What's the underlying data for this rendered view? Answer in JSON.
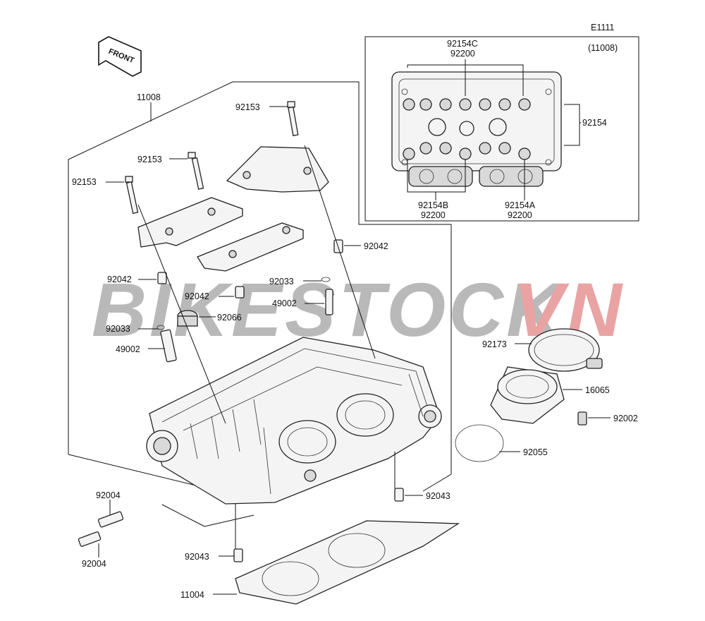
{
  "diagram_code": "E1111",
  "front_label": "FRONT",
  "watermark": {
    "text_main": "BIKESTOCK",
    "text_accent": "VN",
    "color_main": "#b9b9b9",
    "color_accent": "#e9a3a3"
  },
  "inset": {
    "ref_label": "(11008)"
  },
  "callouts": {
    "c11008": "11008",
    "c92153_top": "92153",
    "c92153_mid": "92153",
    "c92153_left": "92153",
    "c92042_right": "92042",
    "c92042_left": "92042",
    "c92042_mid": "92042",
    "c92033_right": "92033",
    "c49002_right": "49002",
    "c92066": "92066",
    "c92033_left": "92033",
    "c49002_left": "49002",
    "c92173": "92173",
    "c16065": "16065",
    "c92002": "92002",
    "c92055": "92055",
    "c92043_right": "92043",
    "c92004_top": "92004",
    "c92004_bottom": "92004",
    "c92043_left": "92043",
    "c11004": "11004",
    "c92154c": "92154C",
    "c92200_top": "92200",
    "c92154": "92154",
    "c92154b": "92154B",
    "c92200_bl": "92200",
    "c92154a": "92154A",
    "c92200_br": "92200"
  },
  "colors": {
    "line": "#111111",
    "part_fill": "#f4f4f4"
  }
}
